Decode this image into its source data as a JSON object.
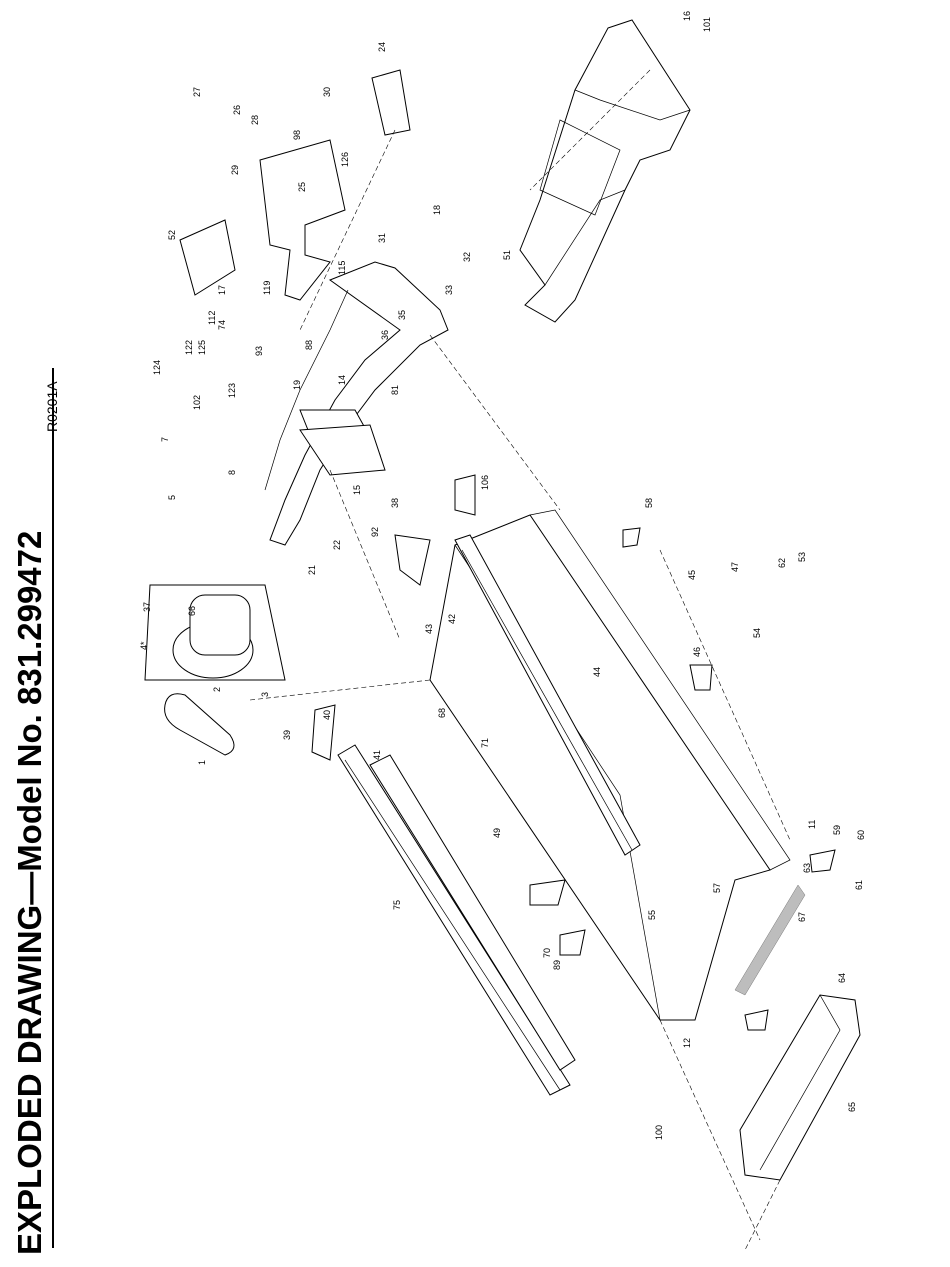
{
  "document": {
    "title": "EXPLODED DRAWING—Model No. 831.299472",
    "drawing_code": "R0201A"
  },
  "drawing": {
    "part_numbers": [
      "1",
      "2",
      "3",
      "4*",
      "5",
      "7",
      "8",
      "11",
      "12",
      "14",
      "15",
      "16",
      "17",
      "18",
      "19",
      "21",
      "22",
      "24",
      "25",
      "26",
      "27",
      "28",
      "29",
      "30",
      "31",
      "32",
      "33",
      "35",
      "36",
      "37",
      "38",
      "39",
      "40",
      "41",
      "42",
      "43",
      "44",
      "45",
      "46",
      "47",
      "49",
      "51",
      "52",
      "53",
      "54",
      "55",
      "57",
      "58",
      "59",
      "60",
      "61",
      "62",
      "63",
      "64",
      "65",
      "66",
      "67",
      "68",
      "70",
      "71",
      "74",
      "75",
      "81",
      "88",
      "89",
      "92",
      "93",
      "98",
      "100",
      "101",
      "102",
      "106",
      "112",
      "115",
      "119",
      "122",
      "123",
      "124",
      "125",
      "126"
    ]
  }
}
